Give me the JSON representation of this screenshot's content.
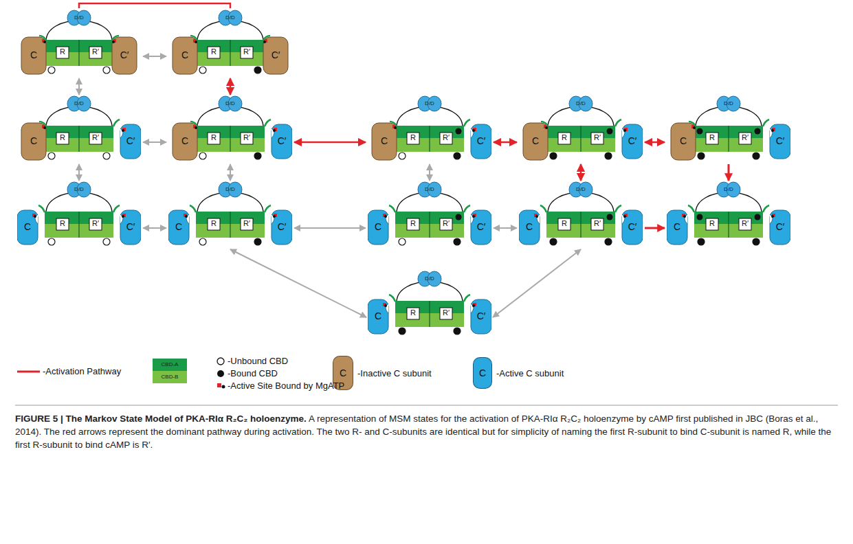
{
  "diagram": {
    "title": "FIGURE 5 | The Markov State Model of PKA-RIα R₂C₂ holoenzyme.",
    "caption": "A representation of MSM states for the activation of PKA-RIα R₂C₂ holoenzyme by cAMP first published in JBC (Boras et al., 2014). The red arrows represent the dominant pathway during activation. The two R- and C-subunits are identical but for simplicity of naming the first R-subunit to bind C-subunit is named R, while the first R-subunit to bind cAMP is R′.",
    "nodes": [
      {
        "text": [
          "D/D",
          "C",
          "R",
          "R′",
          "C′"
        ]
      },
      {
        "text": [
          "D/D",
          "C",
          "R",
          "R′",
          "C′"
        ]
      },
      {
        "text": [
          "D/D",
          "C",
          "R",
          "R′",
          "C′"
        ]
      },
      {
        "text": [
          "D/D",
          "C",
          "R",
          "R′",
          "C′"
        ]
      },
      {
        "text": [
          "D/D",
          "C",
          "R",
          "R′",
          "C′"
        ]
      },
      {
        "text": [
          "D/D",
          "C",
          "R",
          "R′",
          "C′"
        ]
      },
      {
        "text": [
          "D/D",
          "C",
          "R",
          "R′",
          "C′"
        ]
      },
      {
        "text": [
          "D/D",
          "C",
          "R",
          "R′",
          "C′"
        ]
      },
      {
        "text": [
          "D/D",
          "C",
          "R",
          "R′",
          "C′"
        ]
      },
      {
        "text": [
          "D/D",
          "C",
          "R",
          "R′",
          "C′"
        ]
      },
      {
        "text": [
          "D/D",
          "C",
          "R",
          "R′",
          "C′"
        ]
      },
      {
        "text": [
          "D/D",
          "C",
          "R",
          "R′",
          "C′"
        ]
      },
      {
        "text": [
          "D/D",
          "C",
          "R",
          "R′",
          "C′"
        ]
      }
    ],
    "edges": [
      {
        "from": 0,
        "to": 1,
        "arrow": "both"
      },
      {
        "from": 1,
        "to": 0,
        "arrow": "none"
      },
      {
        "from": 0,
        "to": 2,
        "arrow": "both"
      },
      {
        "from": 3,
        "to": 1,
        "arrow": "both"
      },
      {
        "from": 2,
        "to": 3,
        "arrow": "both"
      },
      {
        "from": 3,
        "to": 4,
        "arrow": "both"
      },
      {
        "from": 4,
        "to": 5,
        "arrow": "both"
      },
      {
        "from": 5,
        "to": 6,
        "arrow": "both"
      },
      {
        "from": 2,
        "to": 7,
        "arrow": "both"
      },
      {
        "from": 3,
        "to": 8,
        "arrow": "both"
      },
      {
        "from": 4,
        "to": 9,
        "arrow": "both"
      },
      {
        "from": 5,
        "to": 10,
        "arrow": "both"
      },
      {
        "from": 6,
        "to": 11,
        "arrow": "to"
      },
      {
        "from": 7,
        "to": 8,
        "arrow": "both"
      },
      {
        "from": 8,
        "to": 9,
        "arrow": "both"
      },
      {
        "from": 9,
        "to": 10,
        "arrow": "both"
      },
      {
        "from": 10,
        "to": 11,
        "arrow": "to"
      },
      {
        "from": 8,
        "to": 12,
        "arrow": "both"
      },
      {
        "from": 10,
        "to": 12,
        "arrow": "both"
      }
    ],
    "labels": [
      "C",
      "C"
    ],
    "legend": [
      {
        "text": "-Activation Pathway"
      },
      {
        "text": "CBD-A",
        "color": "#1a9b48"
      },
      {
        "text": "CBD-B",
        "color": "#7ac043"
      },
      {
        "text": "-Unbound CBD"
      },
      {
        "text": "-Bound CBD"
      },
      {
        "text": "-Active Site Bound by MgATP"
      },
      {
        "text": "-Inactive C subunit",
        "color": "#b98d5a"
      },
      {
        "text": "-Active C subunit",
        "color": "#2aa8e0"
      }
    ]
  }
}
